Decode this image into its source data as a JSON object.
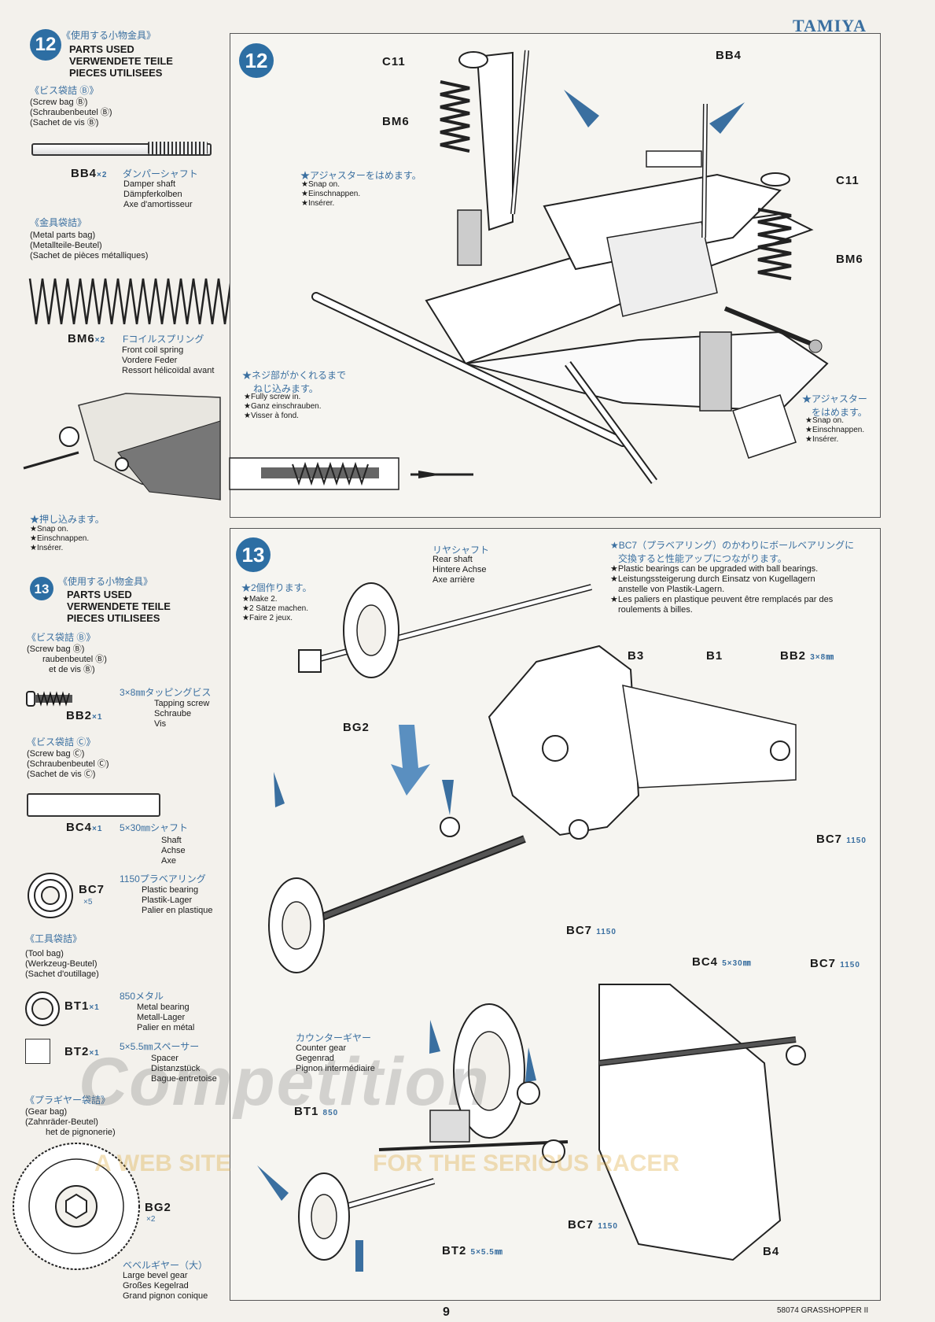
{
  "brand": "TAMIYA",
  "page_number": "9",
  "footer": "58074 GRASSHOPPER II",
  "watermark": {
    "top": "Competition",
    "left": "A WEB SITE",
    "right": "FOR THE SERIOUS RACER"
  },
  "side12": {
    "num": "12",
    "jp_title": "《使用する小物金具》",
    "title": [
      "PARTS USED",
      "VERWENDETE TEILE",
      "PIECES UTILISEES"
    ],
    "bag1": {
      "jp": "《ビス袋詰 Ⓑ》",
      "lines": [
        "(Screw bag Ⓑ)",
        "(Schraubenbeutel Ⓑ)",
        "(Sachet de vis Ⓑ)"
      ]
    },
    "bb4": {
      "code": "BB4",
      "qty": "×2",
      "jp": "ダンパーシャフト",
      "names": [
        "Damper shaft",
        "Dämpferkolben",
        "Axe d'amortisseur"
      ]
    },
    "bag2": {
      "jp": "《金具袋詰》",
      "lines": [
        "(Metal parts bag)",
        "(Metallteile-Beutel)",
        "(Sachet de pièces métalliques)"
      ]
    },
    "bm6": {
      "code": "BM6",
      "qty": "×2",
      "jp": "Fコイルスプリング",
      "names": [
        "Front coil spring",
        "Vordere Feder",
        "Ressort hélicoïdal avant"
      ]
    },
    "push": {
      "jp": "★押し込みます。",
      "lines": [
        "★Snap on.",
        "★Einschnappen.",
        "★Insérer."
      ]
    }
  },
  "side13": {
    "num": "13",
    "jp_title": "《使用する小物金具》",
    "title": [
      "PARTS USED",
      "VERWENDETE TEILE",
      "PIECES UTILISEES"
    ],
    "bag1": {
      "jp": "《ビス袋詰 Ⓑ》",
      "lines": [
        "(Screw bag Ⓑ)",
        "raubenbeutel Ⓑ)",
        "et de vis Ⓑ)"
      ]
    },
    "bb2": {
      "code": "BB2",
      "qty": "×1",
      "jp": "3×8㎜タッピングビス",
      "names": [
        "Tapping screw",
        "Schraube",
        "Vis"
      ]
    },
    "bag2": {
      "jp": "《ビス袋詰 Ⓒ》",
      "lines": [
        "(Screw bag Ⓒ)",
        "(Schraubenbeutel Ⓒ)",
        "(Sachet de vis Ⓒ)"
      ]
    },
    "bc4": {
      "code": "BC4",
      "qty": "×1",
      "jp": "5×30㎜シャフト",
      "names": [
        "Shaft",
        "Achse",
        "Axe"
      ]
    },
    "bc7": {
      "code": "BC7",
      "qty": "×5",
      "jp": "1150プラベアリング",
      "names": [
        "Plastic bearing",
        "Plastik-Lager",
        "Palier en plastique"
      ]
    },
    "bag3": {
      "jp": "《工具袋詰》",
      "lines": [
        "(Tool bag)",
        "(Werkzeug-Beutel)",
        "(Sachet d'outillage)"
      ]
    },
    "bt1": {
      "code": "BT1",
      "qty": "×1",
      "jp": "850メタル",
      "names": [
        "Metal bearing",
        "Metall-Lager",
        "Palier en métal"
      ]
    },
    "bt2": {
      "code": "BT2",
      "qty": "×1",
      "jp": "5×5.5㎜スペーサー",
      "names": [
        "Spacer",
        "Distanzstück",
        "Bague-entretoise"
      ]
    },
    "bag4": {
      "jp": "《プラギヤー袋詰》",
      "lines": [
        "(Gear bag)",
        "(Zahnräder-Beutel)",
        "het de pignonerie)"
      ]
    },
    "bg2": {
      "code": "BG2",
      "qty": "×2",
      "jp": "ベベルギヤー（大）",
      "names": [
        "Large bevel gear",
        "Großes Kegelrad",
        "Grand pignon conique"
      ]
    }
  },
  "step12": {
    "num": "12",
    "labels": {
      "c11a": "C11",
      "bb4": "BB4",
      "bm6a": "BM6",
      "c11b": "C11",
      "bm6b": "BM6"
    },
    "adjuster1": {
      "jp": "★アジャスターをはめます。",
      "lines": [
        "★Snap on.",
        "★Einschnappen.",
        "★Insérer."
      ]
    },
    "screw": {
      "jp": [
        "★ネジ部がかくれるまで",
        "ねじ込みます。"
      ],
      "lines": [
        "★Fully screw in.",
        "★Ganz einschrauben.",
        "★Visser à fond."
      ]
    },
    "adjuster2": {
      "jp": [
        "★アジャスター",
        "をはめます。"
      ],
      "lines": [
        "★Snap on.",
        "★Einschnappen.",
        "★Insérer."
      ]
    }
  },
  "step13": {
    "num": "13",
    "make2": {
      "jp": "★2個作ります。",
      "lines": [
        "★Make 2.",
        "★2 Sätze machen.",
        "★Faire 2 jeux."
      ]
    },
    "rear_shaft": {
      "jp": "リヤシャフト",
      "lines": [
        "Rear shaft",
        "Hintere Achse",
        "Axe arrière"
      ]
    },
    "bearing_note": {
      "jp": [
        "★BC7（プラベアリング）のかわりにボールベアリングに",
        "交換すると性能アップにつながります。"
      ],
      "lines": [
        "★Plastic bearings can be upgraded with ball bearings.",
        "★Leistungssteigerung durch Einsatz von Kugellagern",
        "anstelle von Plastik-Lagern.",
        "★Les paliers en plastique peuvent être remplacés par des",
        "roulements à billes."
      ]
    },
    "counter_gear": {
      "jp": "カウンターギヤー",
      "lines": [
        "Counter gear",
        "Gegenrad",
        "Pignon intermédiaire"
      ]
    },
    "labels": {
      "b3": "B3",
      "b1": "B1",
      "bb2": "BB2",
      "bb2_size": "3×8㎜",
      "bg2": "BG2",
      "bc7a": "BC7",
      "bc7a_n": "1150",
      "bc7b": "BC7",
      "bc7b_n": "1150",
      "bc4": "BC4",
      "bc4_size": "5×30㎜",
      "bc7c": "BC7",
      "bc7c_n": "1150",
      "bt1": "BT1",
      "bt1_n": "850",
      "bc7d": "BC7",
      "bc7d_n": "1150",
      "bt2": "BT2",
      "bt2_size": "5×5.5㎜",
      "b4": "B4"
    }
  }
}
